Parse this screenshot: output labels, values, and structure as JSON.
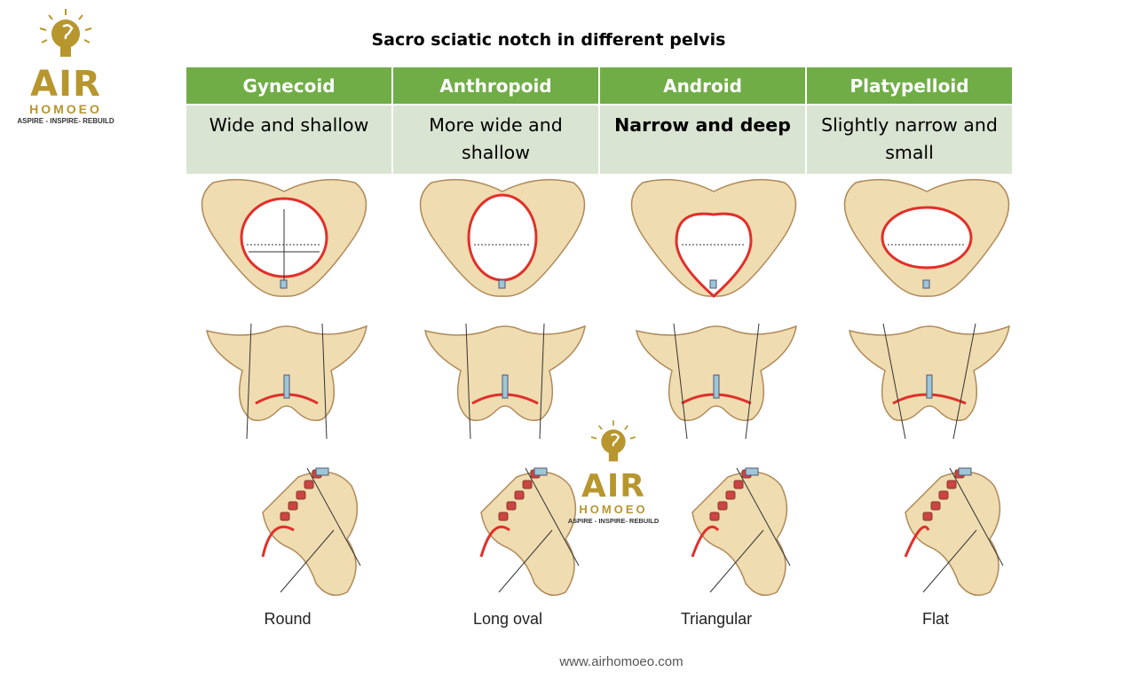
{
  "logo": {
    "brand": "AIR",
    "sub": "HOMOEO",
    "tagline": "ASPIRE - INSPIRE- REBUILD"
  },
  "title": "Sacro sciatic notch in different pelvis",
  "table": {
    "headers": [
      "Gynecoid",
      "Anthropoid",
      "Android",
      "Platypelloid"
    ],
    "cells": [
      "Wide and shallow",
      "More wide and shallow",
      "Narrow and deep",
      "Slightly narrow and small"
    ]
  },
  "shapes": [
    "Round",
    "Long oval",
    "Triangular",
    "Flat"
  ],
  "colors": {
    "header": "#70ad47",
    "cell": "#d9e4d2",
    "bone": "#efdcb0",
    "inlet": "#e0302a",
    "logo": "#b8962e"
  },
  "footer": "www.airhomoeo.com"
}
